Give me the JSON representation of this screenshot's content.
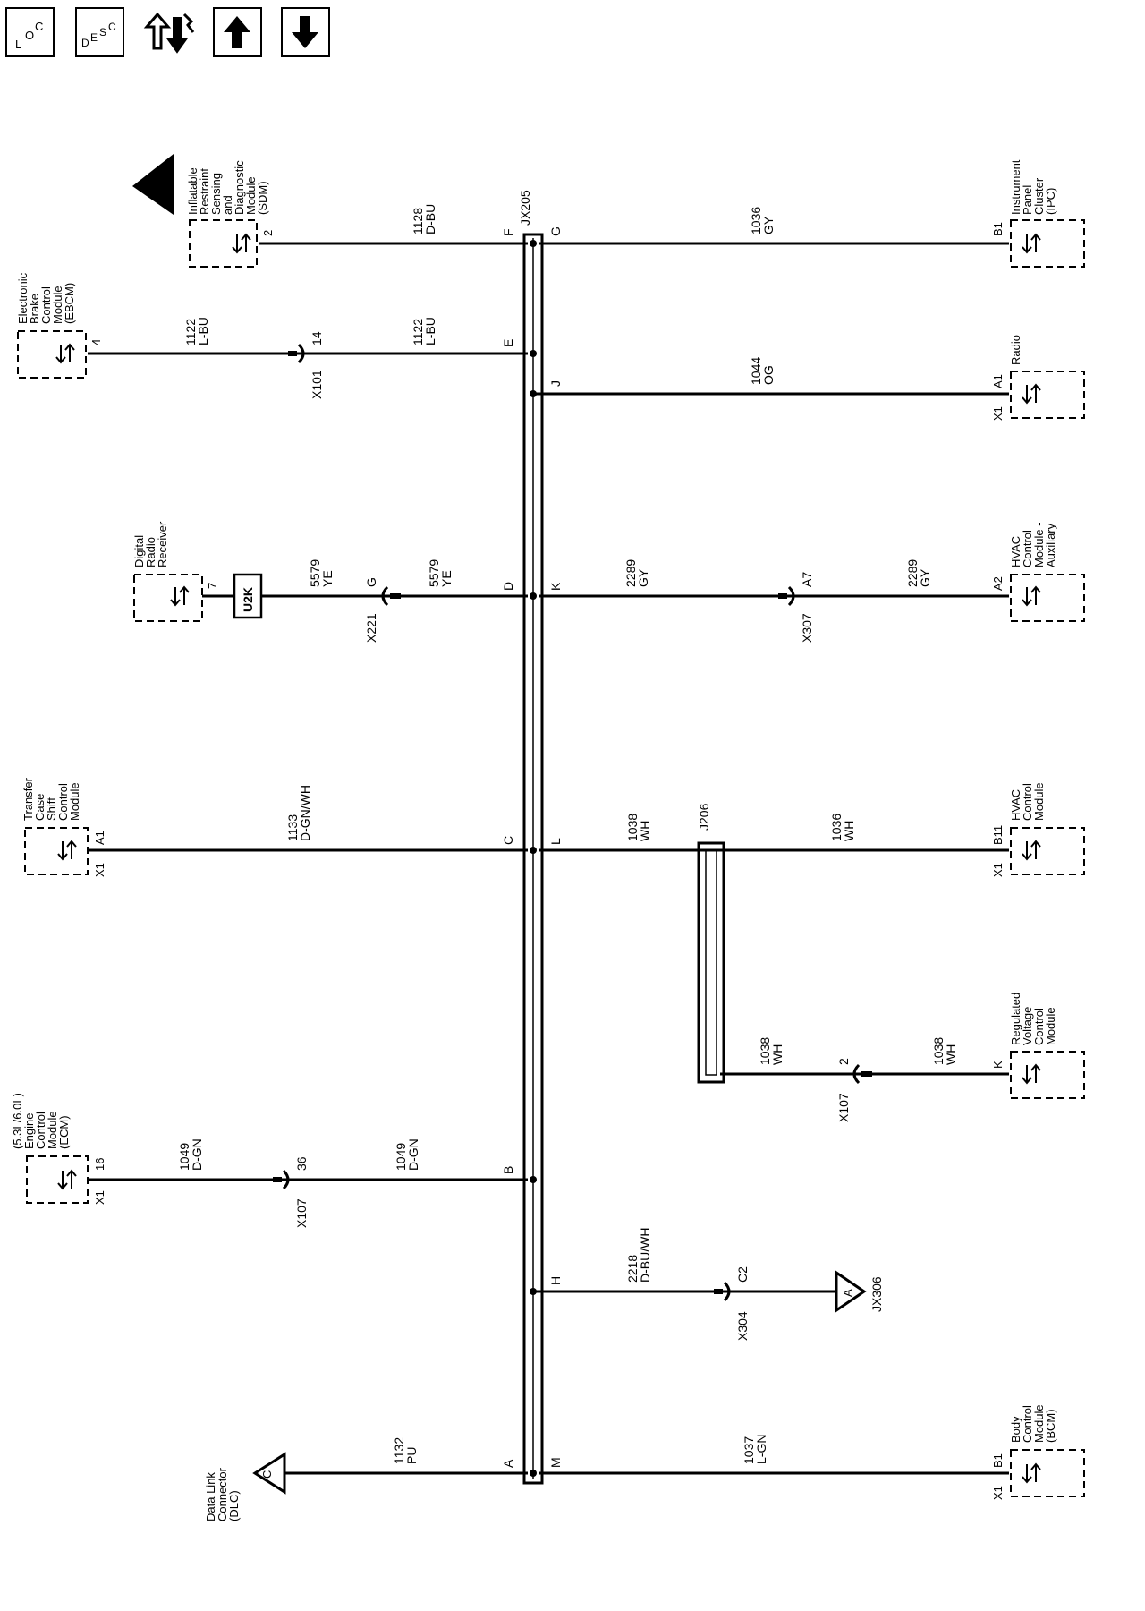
{
  "toolbar": {
    "loc": {
      "l1": "L",
      "l2": "O",
      "l3": "C"
    },
    "desc": {
      "l1": "D",
      "l2": "E",
      "l3": "S",
      "l4": "C"
    }
  },
  "modules": {
    "sdm": [
      "Inflatable",
      "Restraint",
      "Sensing",
      "and",
      "Diagnostic",
      "Module",
      "(SDM)"
    ],
    "ebcm": [
      "Electronic",
      "Brake",
      "Control",
      "Module",
      "(EBCM)"
    ],
    "drr": [
      "Digital",
      "Radio",
      "Receiver"
    ],
    "tcscm": [
      "Transfer",
      "Case",
      "Shift",
      "Control",
      "Module"
    ],
    "ecm": [
      "(5.3L/6.0L)",
      "Engine",
      "Control",
      "Module",
      "(ECM)"
    ],
    "dlc": [
      "Data Link",
      "Connector",
      "(DLC)"
    ],
    "ipc": [
      "Instrument",
      "Panel",
      "Cluster",
      "(IPC)"
    ],
    "radio": [
      "Radio"
    ],
    "hvaca": [
      "HVAC",
      "Control",
      "Module -",
      "Auxiliary"
    ],
    "hvac": [
      "HVAC",
      "Control",
      "Module"
    ],
    "rvc": [
      "Regulated",
      "Voltage",
      "Control",
      "Module"
    ],
    "bcm": [
      "Body",
      "Control",
      "Module",
      "(BCM)"
    ]
  },
  "labels": {
    "jx205": "JX205",
    "j206": "J206",
    "jx306": "JX306",
    "u2k": "U2K",
    "x101": "X101",
    "x221": "X221",
    "x307": "X307",
    "x107": "X107",
    "x304": "X304",
    "x1": "X1",
    "ref_a": "A",
    "ref_c": "C",
    "pins": {
      "p2": "2",
      "p4": "4",
      "p14": "14",
      "p7": "7",
      "pG": "G",
      "pA1": "A1",
      "p16": "16",
      "p36": "36",
      "pA7": "A7",
      "pA2": "A2",
      "pB1": "B1",
      "pB11": "B11",
      "pK": "K",
      "pC2": "C2"
    },
    "splice_left": [
      "F",
      "E",
      "D",
      "C",
      "B",
      "A"
    ],
    "splice_right": [
      "G",
      "J",
      "K",
      "L",
      "H",
      "M"
    ]
  },
  "wires": {
    "w1128": [
      "1128",
      "D-BU"
    ],
    "w1122": [
      "1122",
      "L-BU"
    ],
    "w5579": [
      "5579",
      "YE"
    ],
    "w1133": [
      "1133",
      "D-GN/WH"
    ],
    "w1049": [
      "1049",
      "D-GN"
    ],
    "w1132": [
      "1132",
      "PU"
    ],
    "w1036": [
      "1036",
      "GY"
    ],
    "w1044": [
      "1044",
      "OG"
    ],
    "w2289": [
      "2289",
      "GY"
    ],
    "w1038": [
      "1038",
      "WH"
    ],
    "w2218": [
      "2218",
      "D-BU/WH"
    ],
    "w1037": [
      "1037",
      "L-GN"
    ]
  }
}
